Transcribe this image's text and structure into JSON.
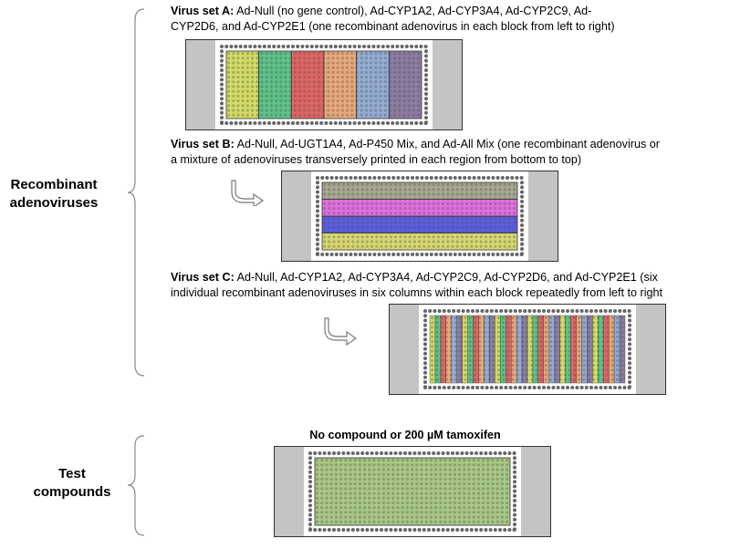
{
  "side_labels": {
    "recombinant": [
      "Recombinant",
      "adenoviruses"
    ],
    "test": [
      "Test",
      "compounds"
    ]
  },
  "virus_sets": [
    {
      "heading": "Virus set A:",
      "lines": [
        "Ad-Null (no gene control), Ad-CYP1A2, Ad-CYP3A4, Ad-CYP2C9, Ad-",
        "CYP2D6, and Ad-CYP2E1 (one recombinant adenovirus in each block from left to right)"
      ],
      "layout": "blocks",
      "colors": [
        "#d4dc64",
        "#5cc488",
        "#e06464",
        "#e8a87c",
        "#94acd4",
        "#8c7ca4"
      ]
    },
    {
      "heading": "Virus set B:",
      "lines": [
        "Ad-Null, Ad-UGT1A4, Ad-P450 Mix, and Ad-All Mix (one recombinant adenovirus or",
        "a mixture of adenoviruses transversely printed in each region from bottom to top)"
      ],
      "layout": "rows",
      "colors": [
        "#d8d870",
        "#5c5ce0",
        "#e070e0",
        "#a8a890"
      ]
    },
    {
      "heading": "Virus set C:",
      "lines": [
        "Ad-Null, Ad-CYP1A2, Ad-CYP3A4, Ad-CYP2C9, Ad-CYP2D6, and Ad-CYP2E1 (six",
        "individual recombinant adenoviruses in six columns within each block repeatedly from left to right"
      ],
      "layout": "columns",
      "colors": [
        "#d4dc64",
        "#5cc488",
        "#e06464",
        "#e8a87c",
        "#94acd4",
        "#8c7ca4"
      ]
    }
  ],
  "compound": {
    "title": "No compound or 200 µM tamoxifen",
    "color": "#a8c884"
  },
  "icons": [
    "curved-arrow-icon"
  ]
}
